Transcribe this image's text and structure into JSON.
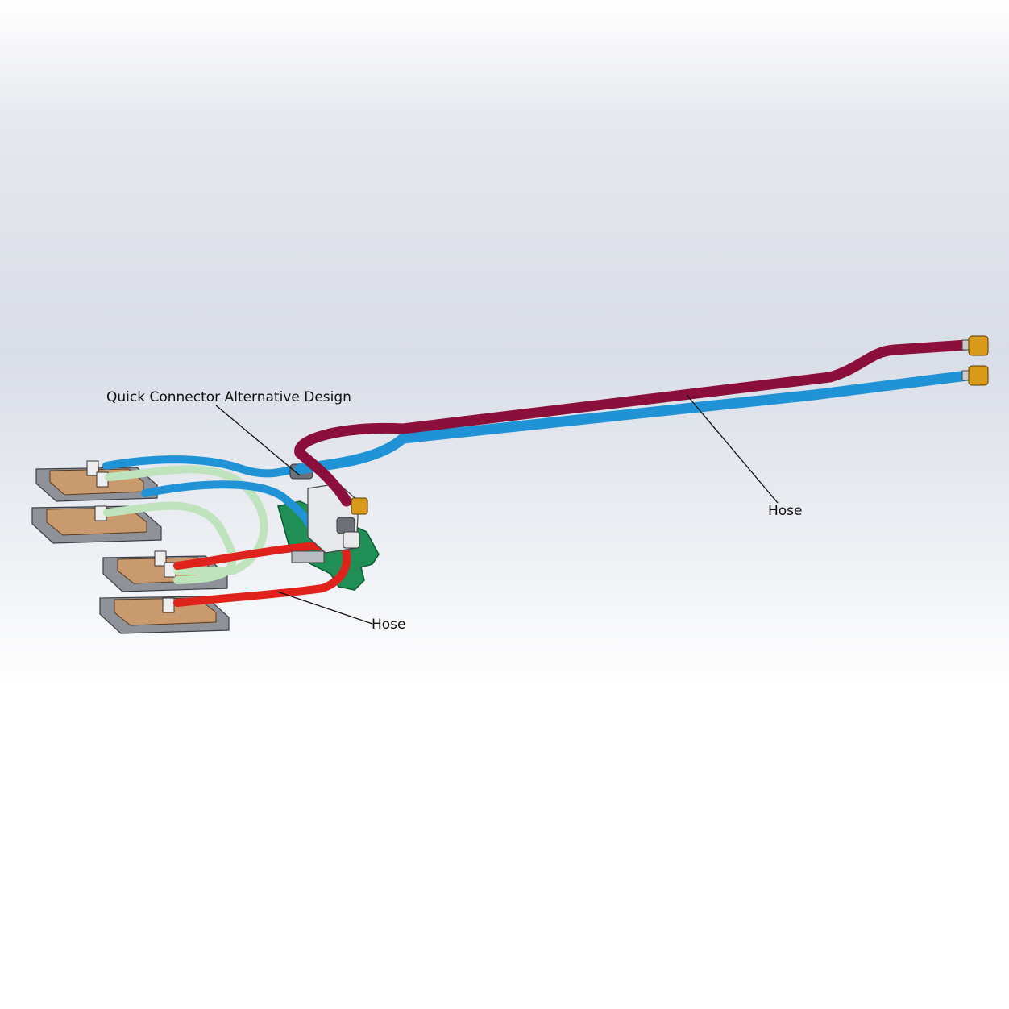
{
  "annotations": {
    "quick_connector": "Quick Connector Alternative Design",
    "hose_main": "Hose",
    "hose_branch": "Hose"
  },
  "colors": {
    "background_top": "#dfe2ea",
    "background_bottom": "#ffffff",
    "hose_supply": "#8b0f3a",
    "hose_return": "#1f93d6",
    "hose_cold_plate_out": "#e0221c",
    "hose_cold_plate_in": "#bfe3bd",
    "fitting": "#d99a1a",
    "mount_plate": "#1f8f55",
    "cold_plate": "#c99a6e",
    "frame": "#8f9299"
  }
}
